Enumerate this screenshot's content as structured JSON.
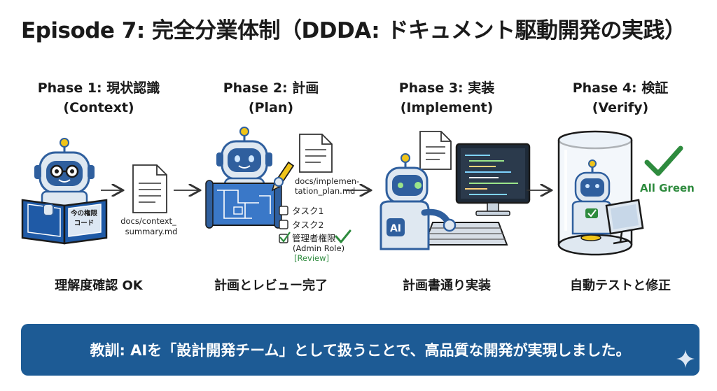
{
  "title": "Episode 7: 完全分業体制（DDDA: ドキュメント駆動開発の実践）",
  "phases": [
    {
      "name": "Phase 1: 現状認識",
      "sub": "(Context)",
      "result": "理解度確認 OK"
    },
    {
      "name": "Phase 2: 計画",
      "sub": "(Plan)",
      "result": "計画とレビュー完了"
    },
    {
      "name": "Phase 3: 実装",
      "sub": "(Implement)",
      "result": "計画書通り実装"
    },
    {
      "name": "Phase 4: 検証",
      "sub": "(Verify)",
      "result": "自動テストと修正"
    }
  ],
  "book_text": [
    "今の権限",
    "コード"
  ],
  "context_doc": [
    "docs/context_",
    "summary.md"
  ],
  "plan_doc": [
    "docs/implemen-",
    "tation_plan.md"
  ],
  "tasks": [
    "タスク1",
    "タスク2",
    "管理者権限",
    "(Admin Role)",
    "[Review]"
  ],
  "ai_badge": "AI",
  "all_green": "All Green",
  "lesson": "教訓: AIを「設計開発チーム」として扱うことで、高品質な開発が実現しました。",
  "colors": {
    "banner": "#1d5b95",
    "robot": "#2f5f9e",
    "check": "#2e8b3e",
    "accent": "#f0c419"
  },
  "icons": [
    "robot-icon",
    "book-icon",
    "document-icon",
    "arrow-right-icon",
    "blueprint-icon",
    "pencil-icon",
    "checkbox-icon",
    "check-icon",
    "monitor-icon",
    "keyboard-icon",
    "glass-chamber-icon",
    "sparkle-icon"
  ]
}
